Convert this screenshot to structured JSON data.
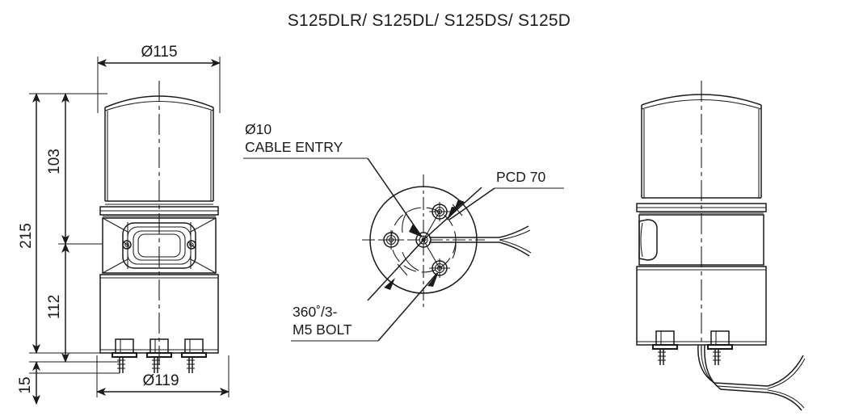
{
  "drawing": {
    "title": "S125DLR/ S125DL/ S125DS/ S125D",
    "units": "mm",
    "views": [
      {
        "name": "front-elevation",
        "position": "left"
      },
      {
        "name": "bottom-plan",
        "position": "center"
      },
      {
        "name": "side-elevation",
        "position": "right"
      }
    ]
  },
  "dimensions": {
    "top_diameter": "Ø115",
    "base_diameter": "Ø119",
    "overall_height": "215",
    "dome_height": "103",
    "body_height": "112",
    "bolt_length": "15"
  },
  "annotations": {
    "cable_entry_dia": "Ø10",
    "cable_entry_label": "CABLE ENTRY",
    "pcd": "PCD 70",
    "bolt_spacing": "360˚/3-",
    "bolt_spec": "M5 BOLT"
  },
  "colors": {
    "line": "#1a1a1a",
    "background": "#ffffff"
  }
}
